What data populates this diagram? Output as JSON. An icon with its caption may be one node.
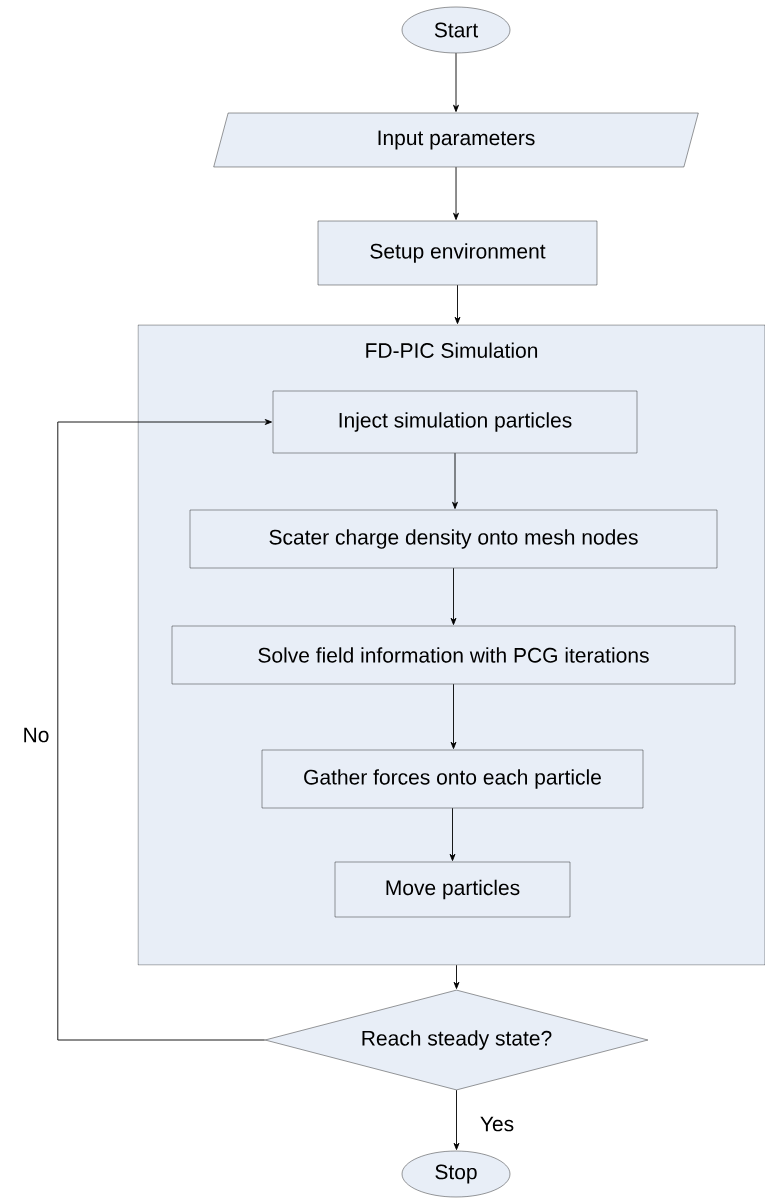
{
  "diagram": {
    "nodes": [
      {
        "text": [
          "Start"
        ]
      },
      {
        "text": [
          "Input parameters"
        ]
      },
      {
        "text": [
          "Setup environment"
        ]
      },
      {
        "text": [
          "FD-PIC Simulation"
        ]
      },
      {
        "text": [
          "Inject simulation particles"
        ],
        "in": 3
      },
      {
        "text": [
          "Scater charge density onto mesh nodes"
        ],
        "in": 3
      },
      {
        "text": [
          "Solve field information with PCG iterations"
        ],
        "in": 3
      },
      {
        "text": [
          "Gather forces onto each particle"
        ],
        "in": 3
      },
      {
        "text": [
          "Move particles"
        ],
        "in": 3
      },
      {
        "text": [
          "Reach steady state?"
        ]
      },
      {
        "text": [
          "Stop"
        ]
      }
    ],
    "edges": [
      {
        "from": 0,
        "to": 1,
        "arrow": "to"
      },
      {
        "from": 1,
        "to": 2,
        "arrow": "to"
      },
      {
        "from": 2,
        "to": 3,
        "arrow": "to"
      },
      {
        "from": 4,
        "to": 5,
        "arrow": "to"
      },
      {
        "from": 5,
        "to": 6,
        "arrow": "to"
      },
      {
        "from": 6,
        "to": 7,
        "arrow": "to"
      },
      {
        "from": 7,
        "to": 8,
        "arrow": "to"
      },
      {
        "from": 3,
        "to": 9,
        "arrow": "to"
      },
      {
        "from": 9,
        "to": 10,
        "arrow": "to",
        "label": "Yes"
      },
      {
        "from": 9,
        "to": 4,
        "arrow": "to",
        "label": "No"
      }
    ]
  }
}
